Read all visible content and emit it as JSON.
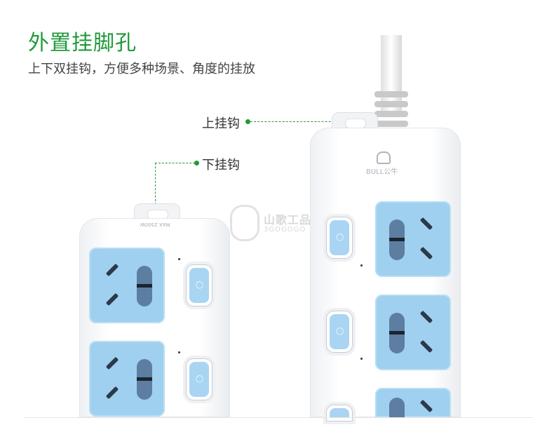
{
  "heading": {
    "title": "外置挂脚孔",
    "subtitle": "上下双挂钩，方便多种场景、角度的挂放"
  },
  "labels": {
    "upper_hook": "上挂钩",
    "lower_hook": "下挂钩"
  },
  "product": {
    "brand_mark": "BULL公牛",
    "rating": "MAX 2500W"
  },
  "watermark": {
    "name": "山歌工品",
    "sub": "3GOGOGO"
  },
  "colors": {
    "accent": "#1f9a3a",
    "socket": "#9fd0ef",
    "switch": "#a9d5f2"
  }
}
